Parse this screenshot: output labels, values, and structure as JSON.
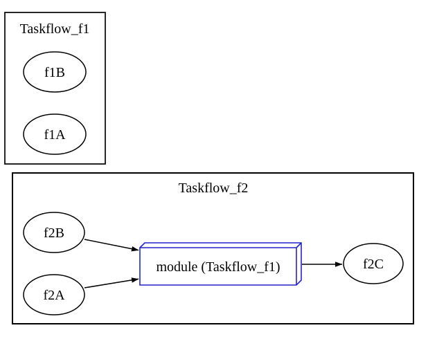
{
  "diagram": {
    "kind": "graphviz-digraph",
    "background": "#ffffff",
    "text_color": "#000000",
    "edge_color": "#000000",
    "clusters": [
      {
        "id": "cluster_Taskflow_f1",
        "label": "Taskflow_f1",
        "border_color": "#000000",
        "nodes": [
          {
            "id": "f1B",
            "label": "f1B",
            "shape": "ellipse",
            "border_color": "#000000"
          },
          {
            "id": "f1A",
            "label": "f1A",
            "shape": "ellipse",
            "border_color": "#000000"
          }
        ],
        "edges": []
      },
      {
        "id": "cluster_Taskflow_f2",
        "label": "Taskflow_f2",
        "border_color": "#000000",
        "nodes": [
          {
            "id": "f2B",
            "label": "f2B",
            "shape": "ellipse",
            "border_color": "#000000"
          },
          {
            "id": "f2A",
            "label": "f2A",
            "shape": "ellipse",
            "border_color": "#000000"
          },
          {
            "id": "module",
            "label": "module (Taskflow_f1)",
            "shape": "box3d",
            "border_color": "#2222cc"
          },
          {
            "id": "f2C",
            "label": "f2C",
            "shape": "ellipse",
            "border_color": "#000000"
          }
        ],
        "edges": [
          {
            "from": "f2B",
            "to": "module"
          },
          {
            "from": "f2A",
            "to": "module"
          },
          {
            "from": "module",
            "to": "f2C"
          }
        ]
      }
    ]
  }
}
